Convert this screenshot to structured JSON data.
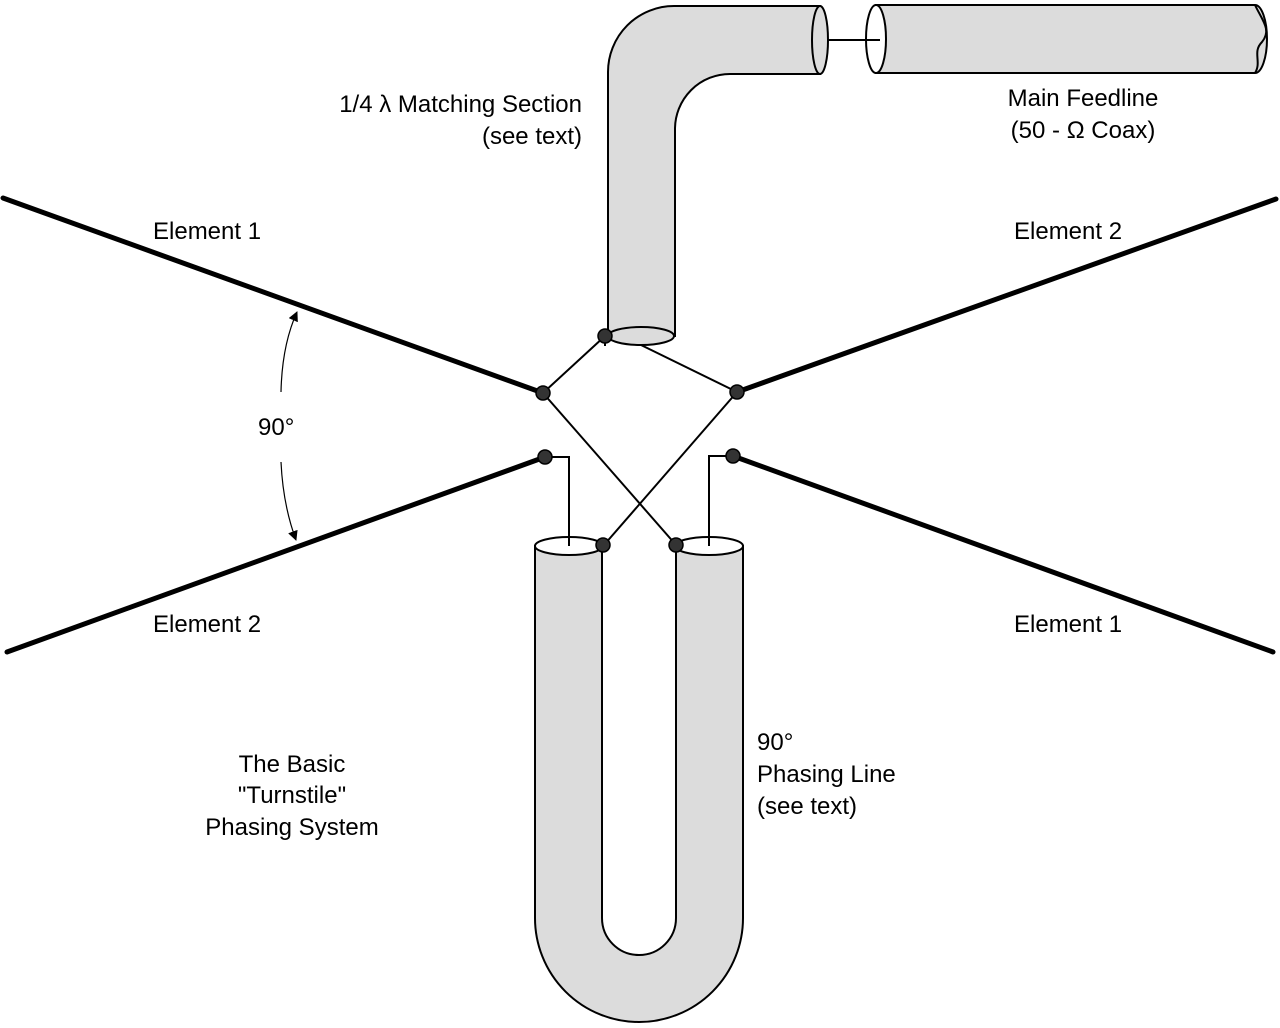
{
  "labels": {
    "matching_section_line1": "1/4 λ Matching Section",
    "matching_section_line2": "(see text)",
    "main_feedline_line1": "Main Feedline",
    "main_feedline_line2": "(50 - Ω Coax)",
    "element1_upper_left": "Element 1",
    "element2_upper_right": "Element 2",
    "element2_lower_left": "Element 2",
    "element1_lower_right": "Element 1",
    "angle": "90°",
    "phasing_line_line1": "90°",
    "phasing_line_line2": "Phasing Line",
    "phasing_line_line3": "(see text)",
    "caption_line1": "The Basic",
    "caption_line2": "\"Turnstile\"",
    "caption_line3": "Phasing System"
  },
  "colors": {
    "coax_fill": "#dcdcdc",
    "line": "#000000",
    "background": "#ffffff"
  }
}
